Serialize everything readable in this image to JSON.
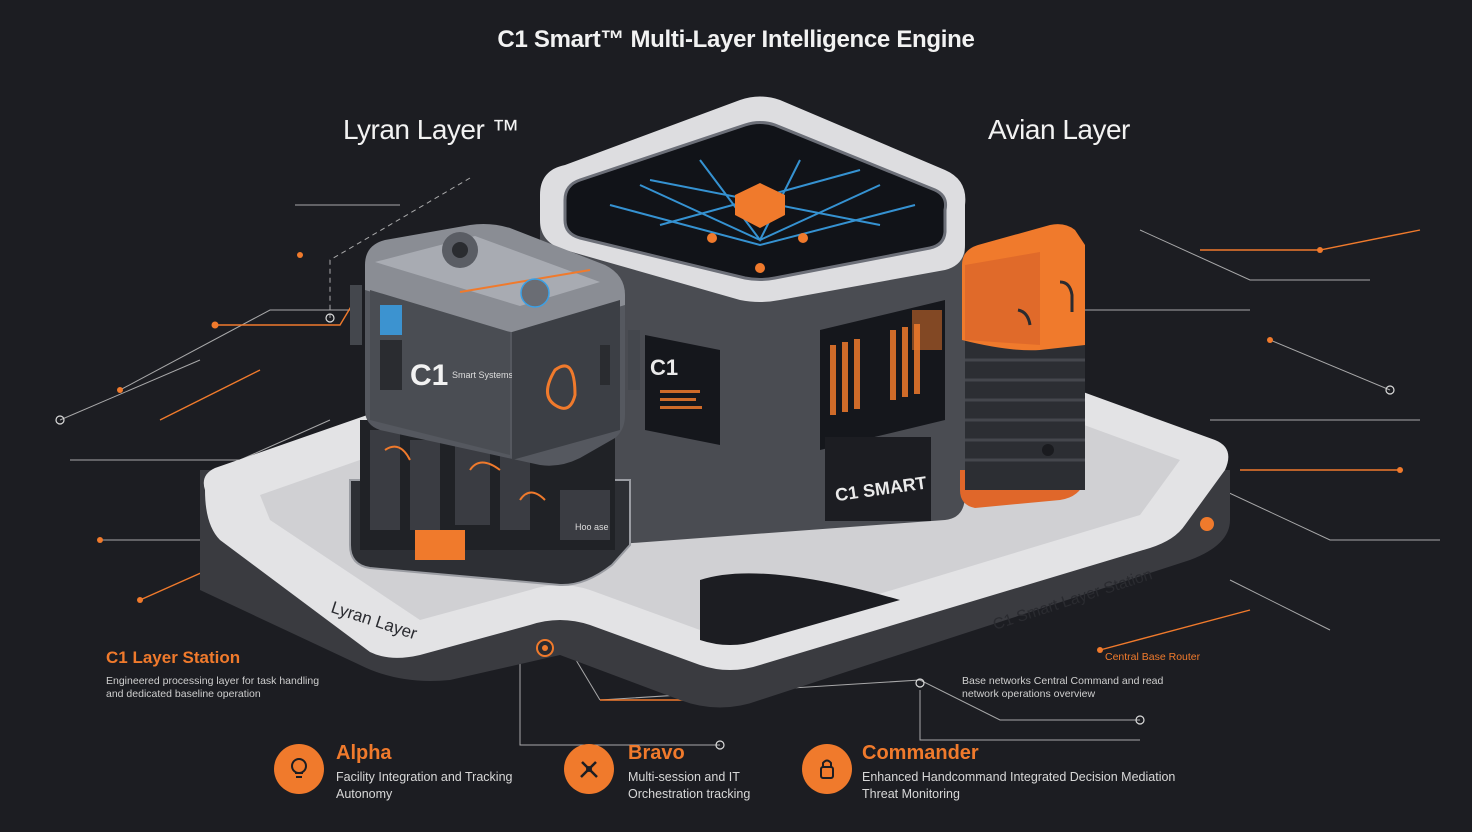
{
  "header": {
    "title": "C1 Smart™ Multi-Layer Intelligence Engine"
  },
  "layers": {
    "left_label": "Lyran Layer ™",
    "right_label": "Avian Layer"
  },
  "devices": {
    "left_brand": "C1",
    "left_brand_sub": "Smart Systems",
    "center_brand": "C1",
    "center_plate": "C1 SMART",
    "lower_panel_text": "Hoo ase"
  },
  "platform": {
    "left_engraving": "Lyran Layer",
    "right_engraving": "C1 Smart Layer Station"
  },
  "left_callout": {
    "title": "C1 Layer Station",
    "desc_line1": "Engineered processing layer for task handling",
    "desc_line2": "and dedicated baseline operation"
  },
  "right_callout": {
    "title": "Central Base Router",
    "desc_line1": "Base networks Central Command and read",
    "desc_line2": "network operations overview"
  },
  "features": [
    {
      "title": "Alpha",
      "line1": "Facility Integration and Tracking",
      "line2": "Autonomy",
      "icon": "bulb-icon"
    },
    {
      "title": "Bravo",
      "line1": "Multi-session and IT",
      "line2": "Orchestration tracking",
      "icon": "tools-icon"
    },
    {
      "title": "Commander",
      "line1": "Enhanced Handcommand Integrated Decision Mediation",
      "line2": "Threat Monitoring",
      "icon": "lock-icon"
    }
  ],
  "colors": {
    "accent": "#f07a2c",
    "background": "#1c1d22",
    "platform": "#e4e4e6",
    "device_dark": "#3e4046",
    "blue_glow": "#3aa0e6"
  }
}
